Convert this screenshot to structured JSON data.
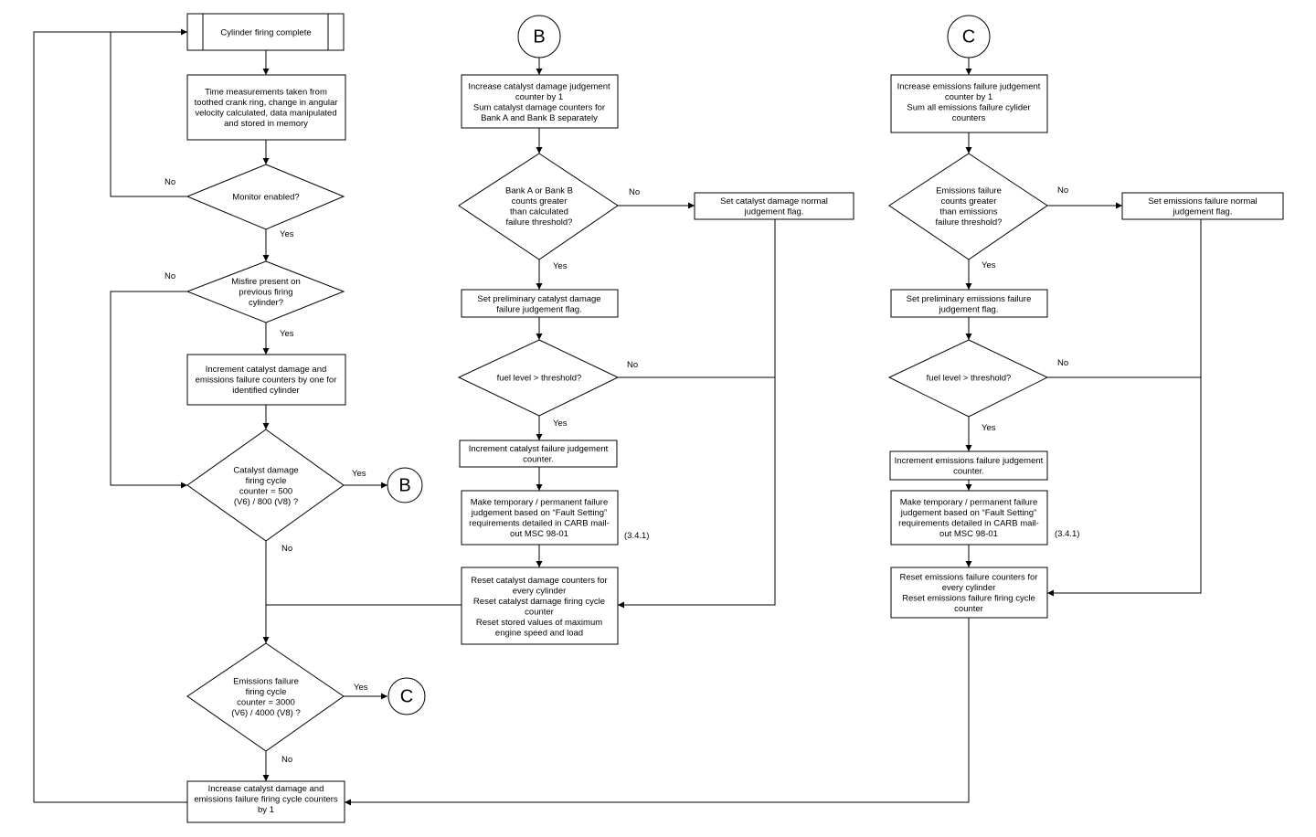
{
  "nodes": {
    "start": [
      "Cylinder firing complete"
    ],
    "time_meas": [
      "Time measurements taken from",
      "toothed crank ring, change in angular",
      "velocity calculated, data manipulated",
      "and stored in memory"
    ],
    "monitor": [
      "Monitor enabled?"
    ],
    "misfire": [
      "Misfire present on",
      "previous firing",
      "cylinder?"
    ],
    "increment_counters": [
      "Increment catalyst damage and",
      "emissions failure counters by one for",
      "identified cylinder"
    ],
    "cat_cycle": [
      "Catalyst damage",
      "firing cycle",
      "counter = 500",
      "(V6) / 800 (V8) ?"
    ],
    "em_cycle": [
      "Emissions failure",
      "firing cycle",
      "counter = 3000",
      "(V6) / 4000 (V8) ?"
    ],
    "increase_cycle": [
      "Increase catalyst damage and",
      "emissions failure firing cycle counters",
      "by 1"
    ],
    "b_increase": [
      "Increase catalyst damage judgement",
      "counter by 1",
      "Sum catalyst damage counters for",
      "Bank A and Bank B separately"
    ],
    "b_decision": [
      "Bank A or Bank B",
      "counts greater",
      "than calculated",
      "failure threshold?"
    ],
    "b_normal": [
      "Set catalyst damage normal",
      "judgement flag."
    ],
    "b_prelim": [
      "Set preliminary catalyst damage",
      "failure judgement flag."
    ],
    "b_fuel": [
      "fuel level > threshold?"
    ],
    "b_inc_fail": [
      "Increment catalyst failure judgement",
      "counter."
    ],
    "b_judgement": [
      "Make temporary / permanent failure",
      "judgement based on “Fault Setting”",
      "requirements detailed in CARB mail-",
      "out MSC 98-01"
    ],
    "b_reset": [
      "Reset catalyst damage counters for",
      "every cylinder",
      "Reset catalyst damage firing cycle",
      "counter",
      "Reset stored values of maximum",
      "engine speed and load"
    ],
    "c_increase": [
      "Increase emissions failure judgement",
      "counter by 1",
      "Sum all emissions failure cylider",
      "counters"
    ],
    "c_decision": [
      "Emissions failure",
      "counts greater",
      "than emissions",
      "failure threshold?"
    ],
    "c_normal": [
      "Set emissions failure normal",
      "judgement flag."
    ],
    "c_prelim": [
      "Set preliminary emissions failure",
      "judgement flag."
    ],
    "c_fuel": [
      "fuel level > threshold?"
    ],
    "c_inc_fail": [
      "Increment emissions failure judgement",
      "counter."
    ],
    "c_judgement": [
      "Make temporary / permanent failure",
      "judgement based on “Fault Setting”",
      "requirements detailed in CARB mail-",
      "out MSC 98-01"
    ],
    "c_reset": [
      "Reset emissions failure counters for",
      "every cylinder",
      "Reset emissions failure firing cycle",
      "counter"
    ]
  },
  "connectors": {
    "b_out": "B",
    "c_out": "C",
    "b_head": "B",
    "c_head": "C"
  },
  "labels": {
    "no_monitor": "No",
    "yes_monitor": "Yes",
    "no_misfire": "No",
    "yes_misfire": "Yes",
    "yes_cat_cycle": "Yes",
    "no_cat_cycle": "No",
    "yes_em_cycle": "Yes",
    "no_em_cycle": "No",
    "no_b_decision": "No",
    "yes_b_decision": "Yes",
    "no_b_fuel": "No",
    "yes_b_fuel": "Yes",
    "ref_b": "(3.4.1)",
    "no_c_decision": "No",
    "yes_c_decision": "Yes",
    "no_c_fuel": "No",
    "yes_c_fuel": "Yes",
    "ref_c": "(3.4.1)"
  }
}
